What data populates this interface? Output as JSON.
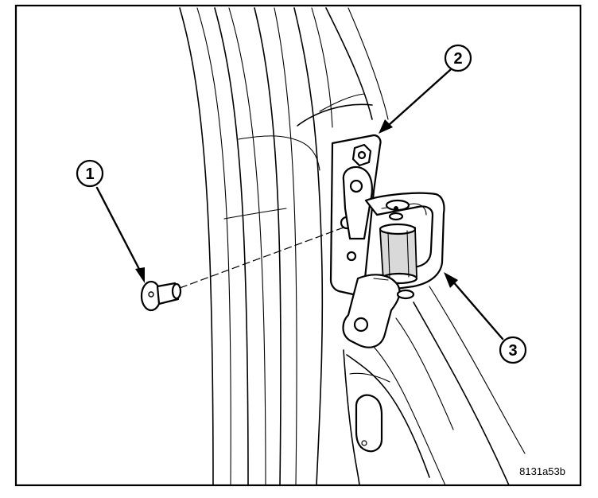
{
  "callouts": [
    {
      "id": 1,
      "label": "1",
      "part": "pin"
    },
    {
      "id": 2,
      "label": "2",
      "part": "bolt"
    },
    {
      "id": 3,
      "label": "3",
      "part": "hinge"
    }
  ],
  "figure_id": "8131a53b"
}
